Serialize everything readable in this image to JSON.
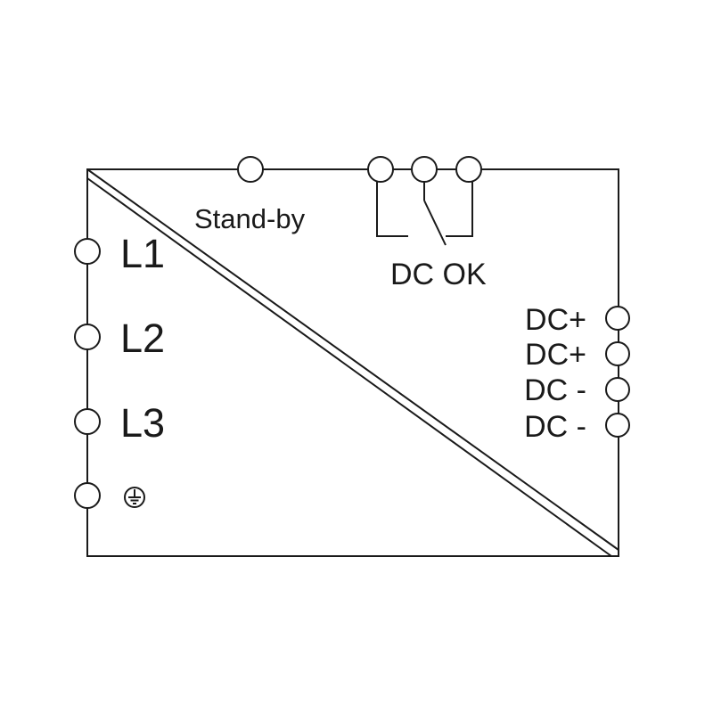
{
  "colors": {
    "line": "#1a1a1a",
    "background": "#ffffff"
  },
  "labels": {
    "standby": "Stand-by",
    "dc_ok": "DC OK",
    "l1": "L1",
    "l2": "L2",
    "l3": "L3",
    "dc_plus_1": "DC+",
    "dc_plus_2": "DC+",
    "dc_minus_1": "DC -",
    "dc_minus_2": "DC -"
  },
  "icons": {
    "ground": "protective-earth-icon"
  }
}
